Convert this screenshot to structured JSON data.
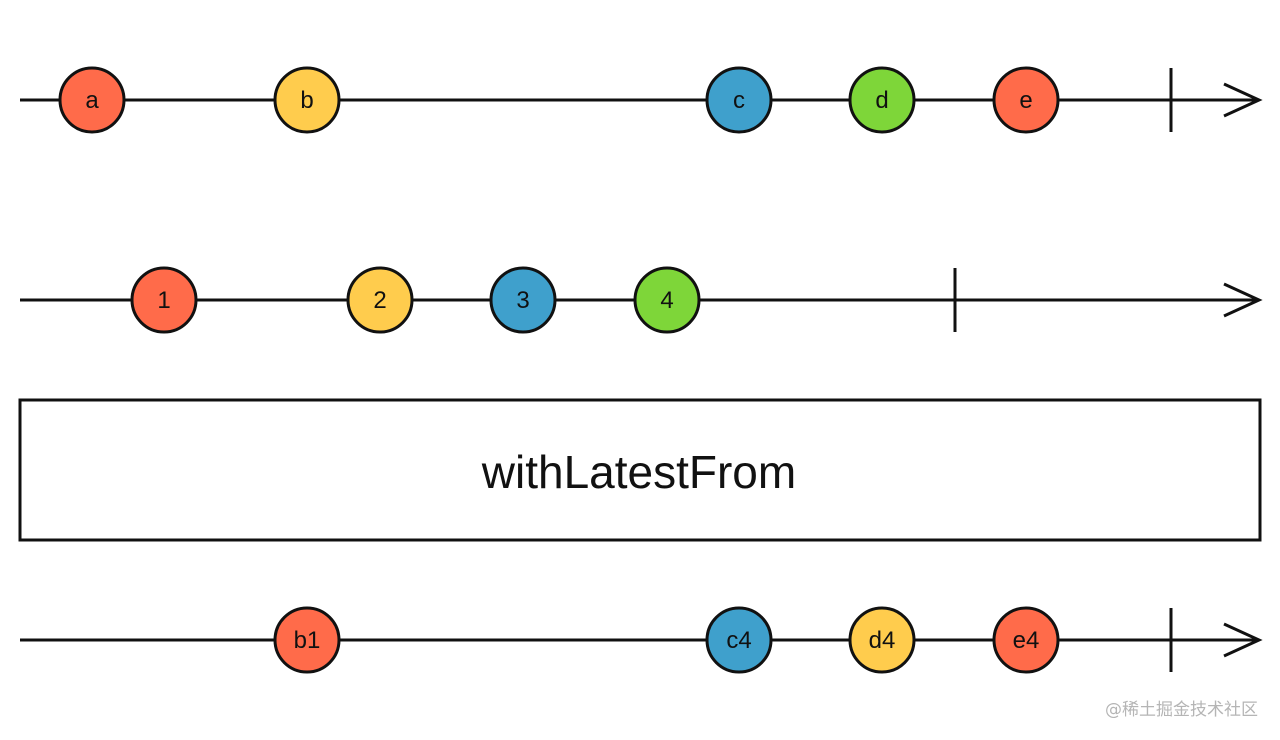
{
  "colors": {
    "red": "#FF6B4A",
    "yellow": "#FFCC4D",
    "blue": "#3FA0CC",
    "green": "#7ED639",
    "line": "#111111"
  },
  "streams": [
    {
      "id": "source-a",
      "events": [
        {
          "label": "a",
          "color": "red"
        },
        {
          "label": "b",
          "color": "yellow"
        },
        {
          "label": "c",
          "color": "blue"
        },
        {
          "label": "d",
          "color": "green"
        },
        {
          "label": "e",
          "color": "red"
        }
      ]
    },
    {
      "id": "source-b",
      "events": [
        {
          "label": "1",
          "color": "red"
        },
        {
          "label": "2",
          "color": "yellow"
        },
        {
          "label": "3",
          "color": "blue"
        },
        {
          "label": "4",
          "color": "green"
        }
      ]
    },
    {
      "id": "output",
      "events": [
        {
          "label": "b1",
          "color": "red"
        },
        {
          "label": "c4",
          "color": "blue"
        },
        {
          "label": "d4",
          "color": "yellow"
        },
        {
          "label": "e4",
          "color": "red"
        }
      ]
    }
  ],
  "operator": {
    "label": "withLatestFrom"
  },
  "watermark": "@稀土掘金技术社区"
}
